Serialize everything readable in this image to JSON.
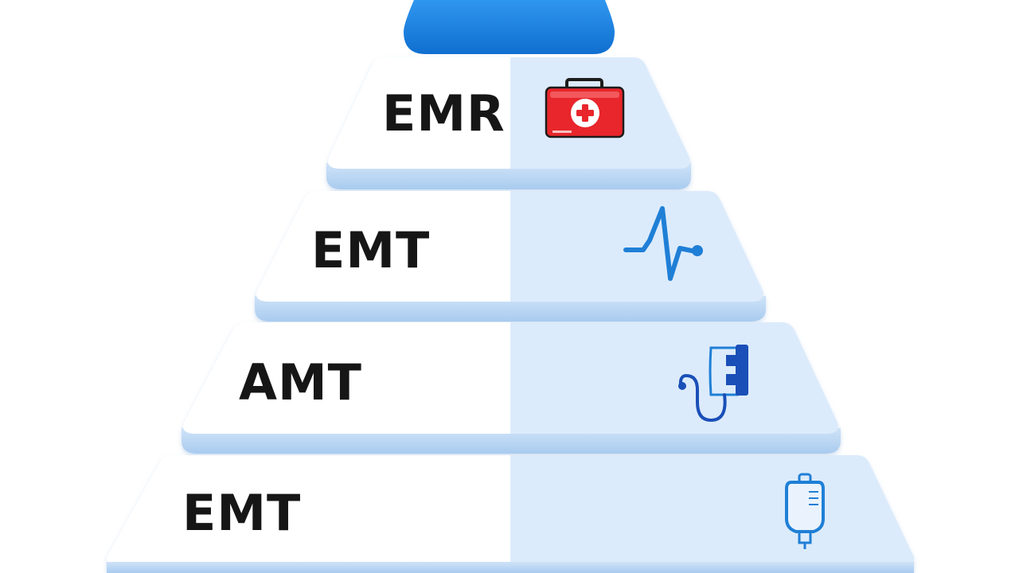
{
  "tiers": [
    {
      "label": "EMR",
      "icon": "first-aid-kit-icon"
    },
    {
      "label": "EMT",
      "icon": "heartbeat-icon"
    },
    {
      "label": "AMT",
      "icon": "stethoscope-icon"
    },
    {
      "label": "EMT",
      "icon": "iv-bag-icon"
    }
  ],
  "colors": {
    "apex": "#1a82e0",
    "tier_left": "#ffffff",
    "tier_right": "#dcebfb",
    "tier_edge": "#b9d6f4",
    "icon_blue": "#1f7fd6",
    "kit_red": "#e8262b",
    "text": "#161616"
  }
}
